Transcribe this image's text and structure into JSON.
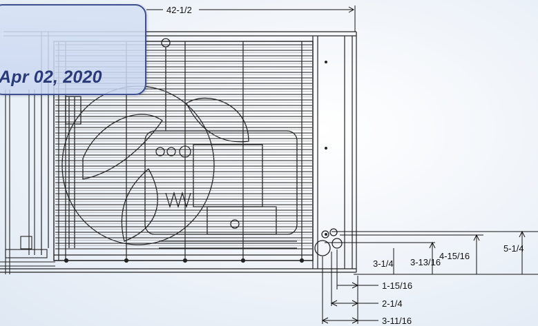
{
  "date_badge": {
    "text": "Apr 02, 2020"
  },
  "dimensions": {
    "overall_width": "42-1/2",
    "height_a": "3-1/4",
    "height_b": "3-13/16",
    "height_c": "4-15/16",
    "height_d": "5-1/4",
    "offset_a": "1-15/16",
    "offset_b": "2-1/4",
    "offset_c": "3-11/16"
  },
  "colors": {
    "badge_border": "#3d4f8e",
    "badge_text": "#2a3a78",
    "line": "#111111"
  }
}
